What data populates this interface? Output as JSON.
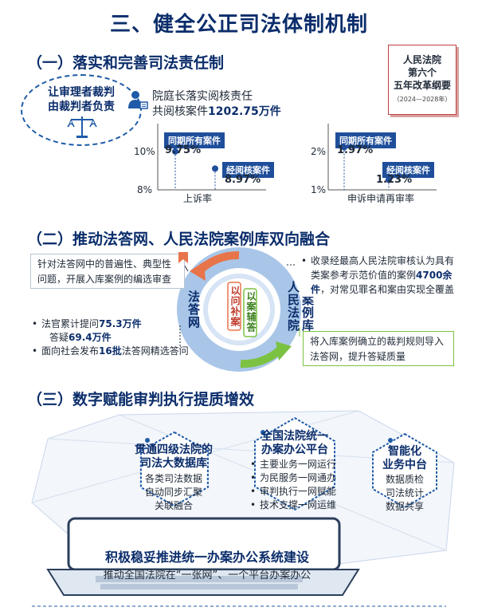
{
  "title": "三、健全公正司法体制机制",
  "sections": [
    {
      "title": "（一）落实和完善司法责任制"
    },
    {
      "title": "（二）推动法答网、人民法院案例库双向融合"
    },
    {
      "title": "（三）数字赋能审判执行提质增效"
    }
  ],
  "s1": {
    "oval_line1": "让审理者裁判",
    "oval_line2": "由裁判者负责",
    "stmt_line1": "院庭长落实阅核责任",
    "stmt_line2_prefix": "共阅核案件",
    "stmt_line2_value": "1202.75万件",
    "book": {
      "line1": "人民法院",
      "line2": "第六个",
      "line3": "五年改革纲要",
      "years": "（2024—2028年）"
    }
  },
  "chart_data": [
    {
      "type": "scatter",
      "xlabel": "上诉率",
      "y_ticks": [
        "10%",
        "8%"
      ],
      "ylim": [
        8,
        10
      ],
      "points": [
        {
          "label": "同期所有案件",
          "value": 9.75,
          "display": "9.75%"
        },
        {
          "label": "经阅核案件",
          "value": 8.97,
          "display": "8.97%"
        }
      ]
    },
    {
      "type": "scatter",
      "xlabel": "申诉申请再审率",
      "y_ticks": [
        "2%",
        "1%"
      ],
      "ylim": [
        1,
        2
      ],
      "points": [
        {
          "label": "同期所有案件",
          "value": 1.97,
          "display": "1.97%"
        },
        {
          "label": "经阅核案件",
          "value": 1.23,
          "display": "1.23%"
        }
      ]
    }
  ],
  "s2": {
    "left_top": "针对法答网中的普遍性、典型性问题，开展入库案例的编选审查",
    "left_bottom_1_prefix": "法官累计提问",
    "left_bottom_1_value": "75.3万件",
    "left_bottom_1b_prefix": "答疑",
    "left_bottom_1b_value": "69.4万件",
    "left_bottom_2_prefix": "面向社会发布",
    "left_bottom_2_value": "16批",
    "left_bottom_2_suffix": "法答网精选答问",
    "right_top_prefix": "收录经最高人民法院审核认为具有类案参考示范价值的案例",
    "right_top_value": "4700余件",
    "right_top_suffix": "，对常见罪名和案由实现全覆盖",
    "right_bottom": "将入库案例确立的裁判规则导入法答网，提升答疑质量",
    "circle_left": "法答网",
    "circle_inner_left": "以问补案",
    "circle_inner_right": "以案辅答",
    "circle_right_1": "人民",
    "circle_right_2": "法院",
    "circle_right_3": "案例",
    "circle_right_4": "库"
  },
  "s3": {
    "hex1_title_1": "贯通四级法院的",
    "hex1_title_2": "司法大数据库",
    "hex1_items": [
      "各类司法数据",
      "自动同步汇聚",
      "关联融合"
    ],
    "hex2_title_1": "全国法院统一",
    "hex2_title_2": "办案办公平台",
    "hex2_items": [
      "主要业务一网运行",
      "为民服务一网通办",
      "审判执行一网赋能",
      "技术支撑一网运维"
    ],
    "hex3_title_1": "智能化",
    "hex3_title_2": "业务中台",
    "hex3_items": [
      "数据质检",
      "司法统计",
      "数据共享"
    ],
    "banner_title": "积极稳妥推进统一办案办公系统建设",
    "banner_sub": "推动全国法院在“一张网”、一个平台办案办公"
  },
  "colors": {
    "navy": "#0b2d6b",
    "badge": "#1f4f9b",
    "orange": "#e8744a",
    "green": "#7cc242",
    "ring": "#a9c6e8"
  }
}
